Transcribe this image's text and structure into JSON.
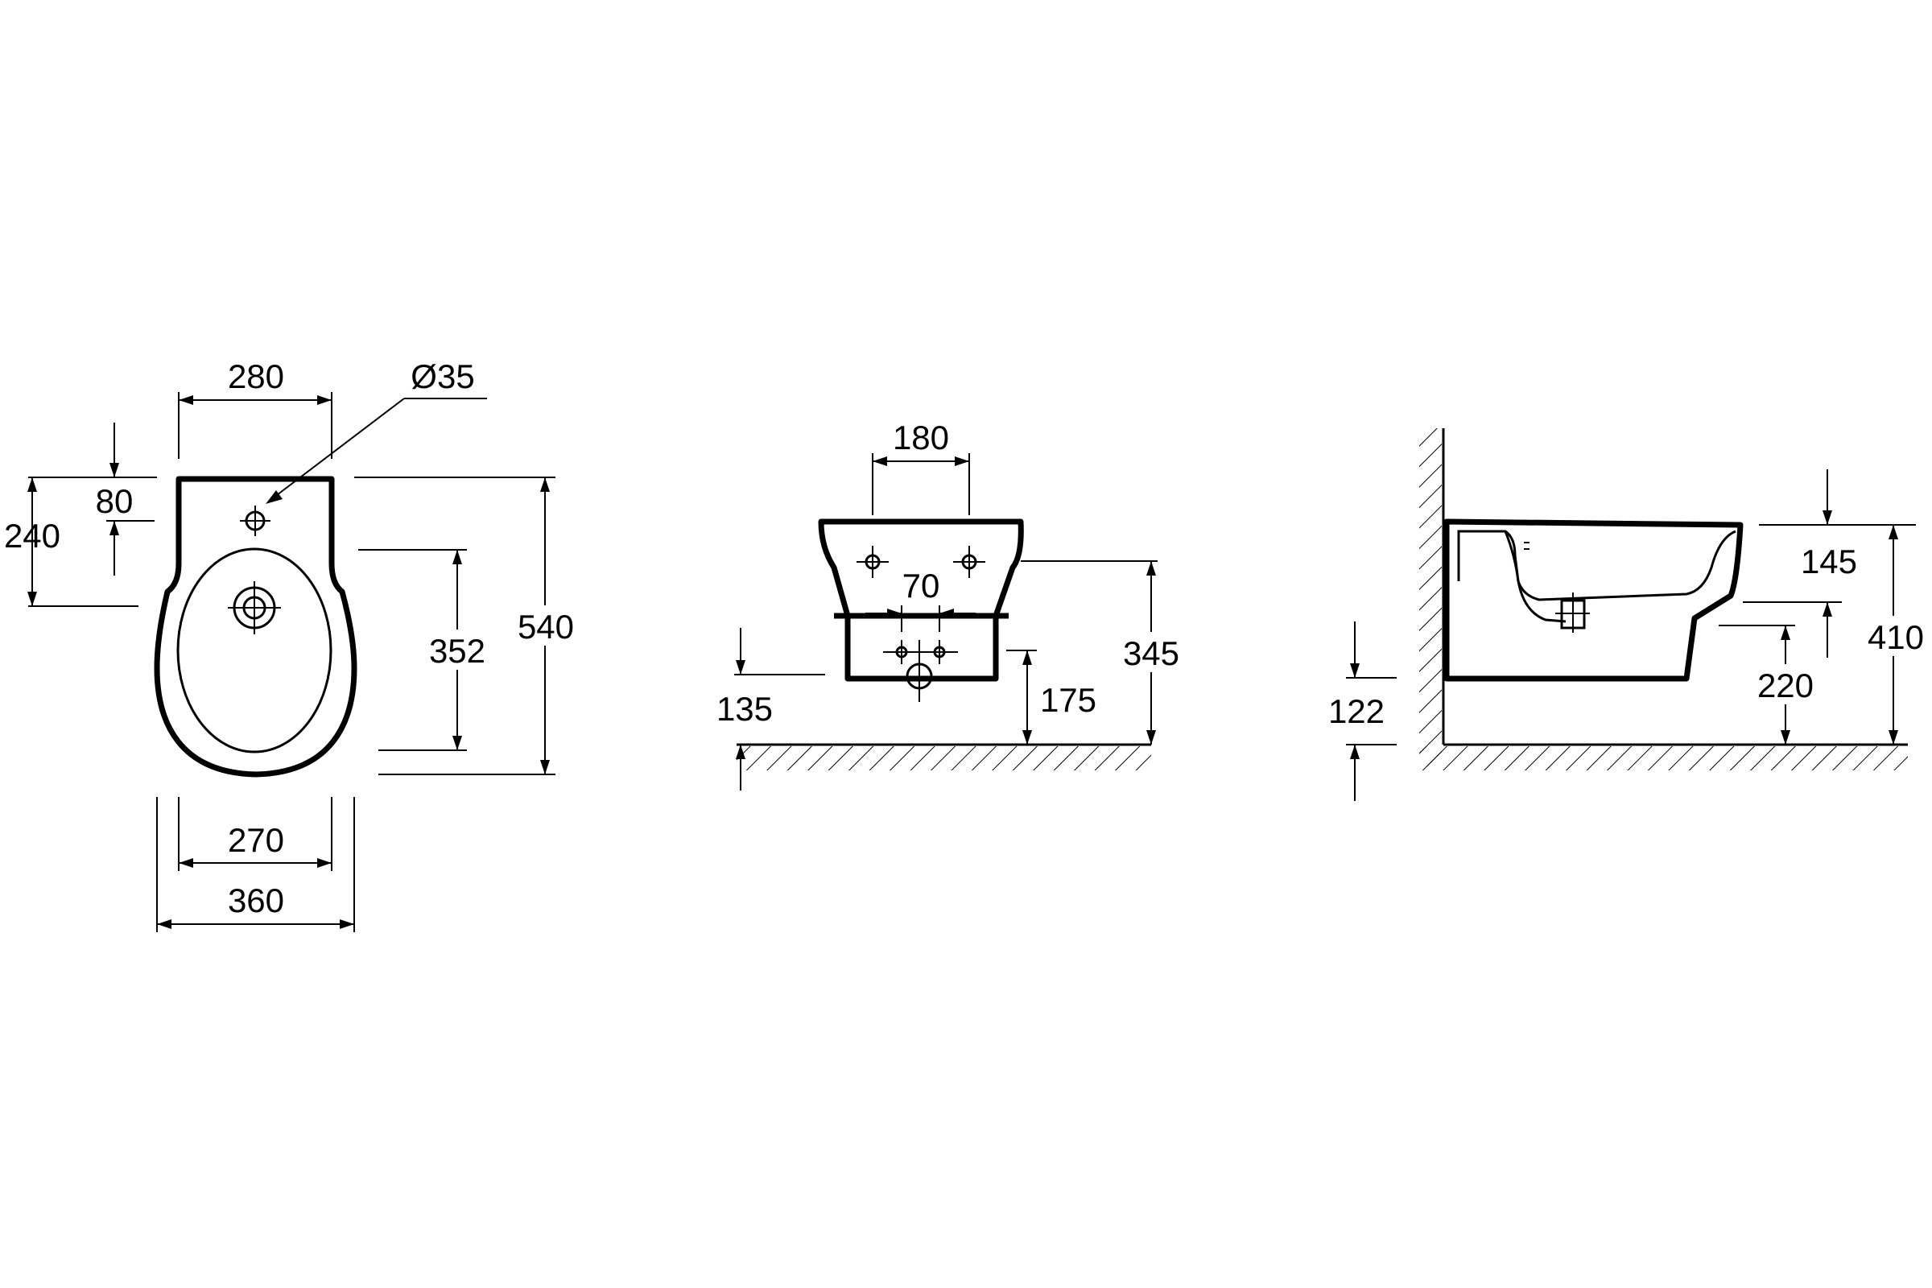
{
  "views": {
    "top": {
      "dims": {
        "width_top": "280",
        "hole_dia": "Ø35",
        "offset": "80",
        "height_upper": "240",
        "bowl_len": "352",
        "total_len": "540",
        "inner_width": "270",
        "outer_width": "360"
      }
    },
    "front": {
      "dims": {
        "width_top": "180",
        "holes_spacing": "70",
        "height": "345",
        "floor_gap": "135",
        "outlet_height": "175"
      }
    },
    "side": {
      "dims": {
        "upper": "145",
        "total": "410",
        "lower": "220",
        "inlet_height": "122"
      }
    }
  }
}
